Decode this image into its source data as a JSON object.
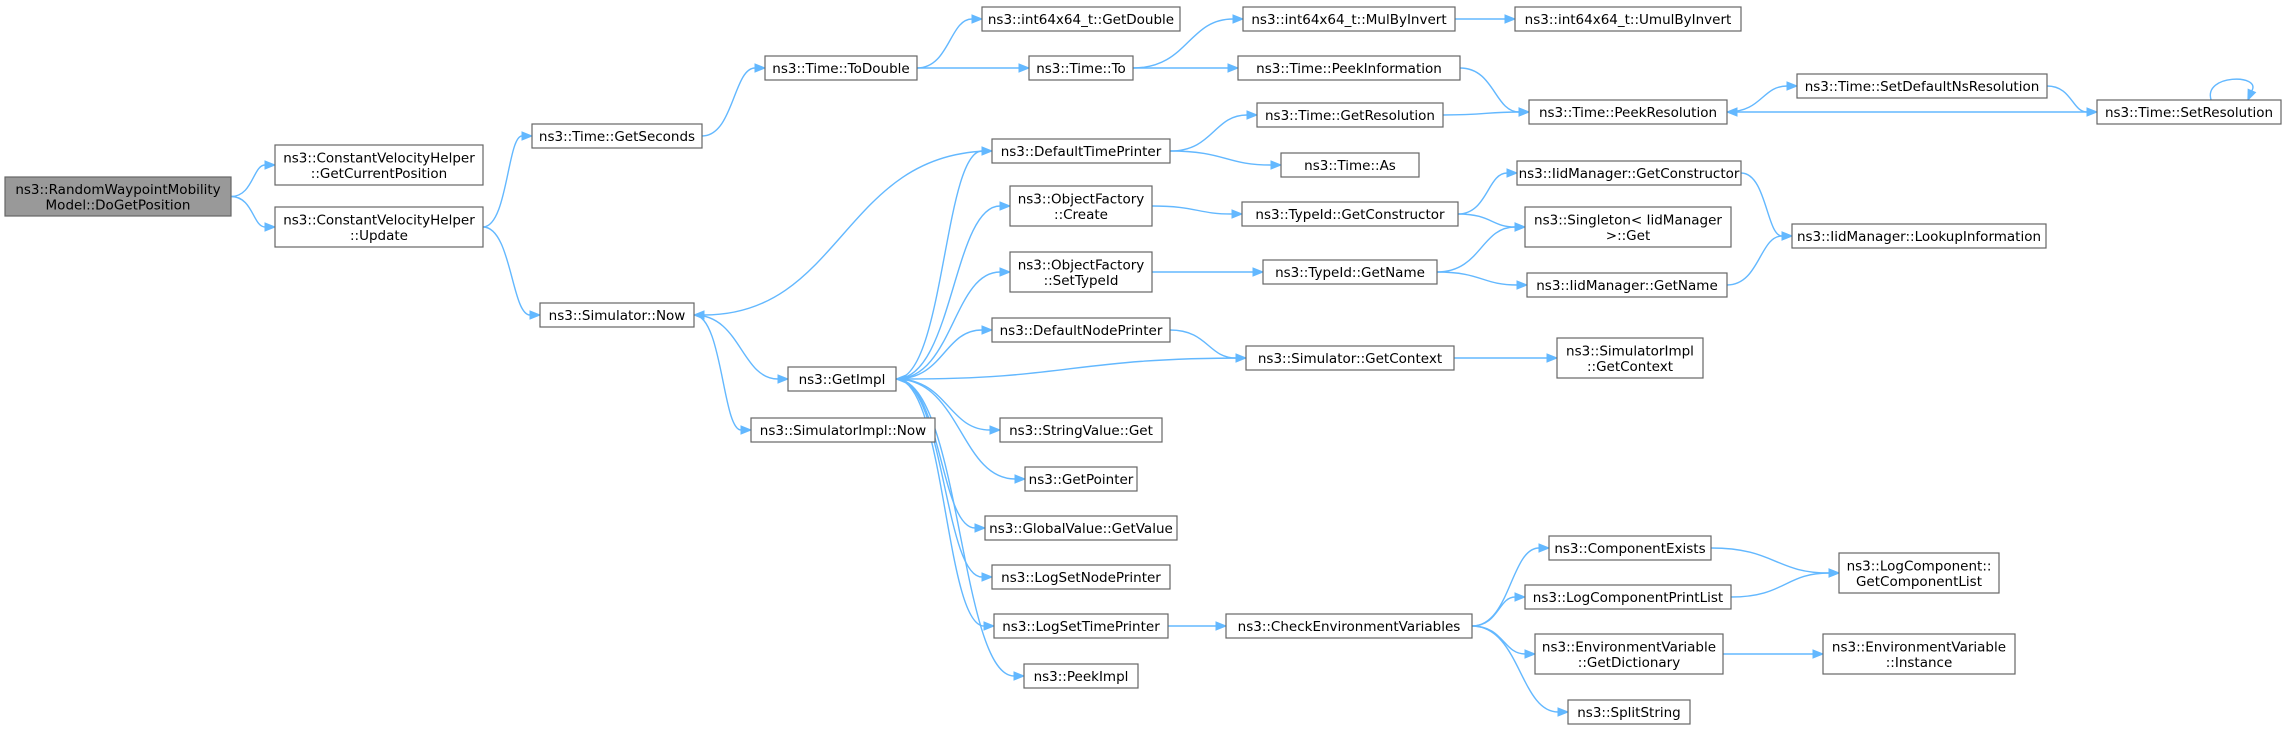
{
  "diagram": {
    "nodes": [
      {
        "id": "root",
        "lines": [
          "ns3::RandomWaypointMobility",
          "Model::DoGetPosition"
        ],
        "root": true
      },
      {
        "id": "cvh_getpos",
        "lines": [
          "ns3::ConstantVelocityHelper",
          "::GetCurrentPosition"
        ]
      },
      {
        "id": "cvh_update",
        "lines": [
          "ns3::ConstantVelocityHelper",
          "::Update"
        ]
      },
      {
        "id": "time_getseconds",
        "lines": [
          "ns3::Time::GetSeconds"
        ]
      },
      {
        "id": "sim_now",
        "lines": [
          "ns3::Simulator::Now"
        ]
      },
      {
        "id": "time_todouble",
        "lines": [
          "ns3::Time::ToDouble"
        ]
      },
      {
        "id": "getimpl",
        "lines": [
          "ns3::GetImpl"
        ]
      },
      {
        "id": "simimpl_now",
        "lines": [
          "ns3::SimulatorImpl::Now"
        ]
      },
      {
        "id": "int_getdouble",
        "lines": [
          "ns3::int64x64_t::GetDouble"
        ]
      },
      {
        "id": "time_to",
        "lines": [
          "ns3::Time::To"
        ]
      },
      {
        "id": "default_time_printer",
        "lines": [
          "ns3::DefaultTimePrinter"
        ]
      },
      {
        "id": "of_create",
        "lines": [
          "ns3::ObjectFactory",
          "::Create"
        ]
      },
      {
        "id": "of_settypeid",
        "lines": [
          "ns3::ObjectFactory",
          "::SetTypeId"
        ]
      },
      {
        "id": "default_node_printer",
        "lines": [
          "ns3::DefaultNodePrinter"
        ]
      },
      {
        "id": "stringvalue_get",
        "lines": [
          "ns3::StringValue::Get"
        ]
      },
      {
        "id": "getpointer",
        "lines": [
          "ns3::GetPointer"
        ]
      },
      {
        "id": "globalvalue_getvalue",
        "lines": [
          "ns3::GlobalValue::GetValue"
        ]
      },
      {
        "id": "lognodeprinter",
        "lines": [
          "ns3::LogSetNodePrinter"
        ]
      },
      {
        "id": "logtimeprinter",
        "lines": [
          "ns3::LogSetTimePrinter"
        ]
      },
      {
        "id": "peekimpl",
        "lines": [
          "ns3::PeekImpl"
        ]
      },
      {
        "id": "int_mulbyinvert",
        "lines": [
          "ns3::int64x64_t::MulByInvert"
        ]
      },
      {
        "id": "time_peekinfo",
        "lines": [
          "ns3::Time::PeekInformation"
        ]
      },
      {
        "id": "time_getresolution",
        "lines": [
          "ns3::Time::GetResolution"
        ]
      },
      {
        "id": "time_as",
        "lines": [
          "ns3::Time::As"
        ]
      },
      {
        "id": "typeid_getconstructor",
        "lines": [
          "ns3::TypeId::GetConstructor"
        ]
      },
      {
        "id": "typeid_getname",
        "lines": [
          "ns3::TypeId::GetName"
        ]
      },
      {
        "id": "sim_getcontext",
        "lines": [
          "ns3::Simulator::GetContext"
        ]
      },
      {
        "id": "check_env",
        "lines": [
          "ns3::CheckEnvironmentVariables"
        ]
      },
      {
        "id": "int_umulbyinvert",
        "lines": [
          "ns3::int64x64_t::UmulByInvert"
        ]
      },
      {
        "id": "time_peekresolution",
        "lines": [
          "ns3::Time::PeekResolution"
        ]
      },
      {
        "id": "iid_getconstructor",
        "lines": [
          "ns3::IidManager::GetConstructor"
        ]
      },
      {
        "id": "singleton_get",
        "lines": [
          "ns3::Singleton< IidManager",
          " >::Get"
        ]
      },
      {
        "id": "iid_getname",
        "lines": [
          "ns3::IidManager::GetName"
        ]
      },
      {
        "id": "simimpl_getcontext",
        "lines": [
          "ns3::SimulatorImpl",
          "::GetContext"
        ]
      },
      {
        "id": "component_exists",
        "lines": [
          "ns3::ComponentExists"
        ]
      },
      {
        "id": "log_component_printlist",
        "lines": [
          "ns3::LogComponentPrintList"
        ]
      },
      {
        "id": "envvar_getdictionary",
        "lines": [
          "ns3::EnvironmentVariable",
          "::GetDictionary"
        ]
      },
      {
        "id": "split_string",
        "lines": [
          "ns3::SplitString"
        ]
      },
      {
        "id": "time_setdefaultns",
        "lines": [
          "ns3::Time::SetDefaultNsResolution"
        ]
      },
      {
        "id": "iid_lookupinfo",
        "lines": [
          "ns3::IidManager::LookupInformation"
        ]
      },
      {
        "id": "logcomponent_getlist",
        "lines": [
          "ns3::LogComponent::",
          "GetComponentList"
        ]
      },
      {
        "id": "envvar_instance",
        "lines": [
          "ns3::EnvironmentVariable",
          "::Instance"
        ]
      },
      {
        "id": "time_setresolution",
        "lines": [
          "ns3::Time::SetResolution"
        ]
      }
    ],
    "edges": [
      [
        "root",
        "cvh_getpos"
      ],
      [
        "root",
        "cvh_update"
      ],
      [
        "cvh_update",
        "time_getseconds"
      ],
      [
        "cvh_update",
        "sim_now"
      ],
      [
        "time_getseconds",
        "time_todouble"
      ],
      [
        "time_todouble",
        "int_getdouble"
      ],
      [
        "time_todouble",
        "time_to"
      ],
      [
        "time_to",
        "int_mulbyinvert"
      ],
      [
        "time_to",
        "time_peekinfo"
      ],
      [
        "int_mulbyinvert",
        "int_umulbyinvert"
      ],
      [
        "time_peekinfo",
        "time_peekresolution"
      ],
      [
        "time_peekresolution",
        "time_setdefaultns"
      ],
      [
        "time_setdefaultns",
        "time_setresolution"
      ],
      [
        "time_setresolution",
        "time_peekresolution"
      ],
      [
        "time_setresolution",
        "time_setresolution"
      ],
      [
        "sim_now",
        "getimpl"
      ],
      [
        "sim_now",
        "simimpl_now"
      ],
      [
        "getimpl",
        "default_time_printer"
      ],
      [
        "getimpl",
        "of_create"
      ],
      [
        "getimpl",
        "of_settypeid"
      ],
      [
        "getimpl",
        "default_node_printer"
      ],
      [
        "getimpl",
        "stringvalue_get"
      ],
      [
        "getimpl",
        "getpointer"
      ],
      [
        "getimpl",
        "globalvalue_getvalue"
      ],
      [
        "getimpl",
        "lognodeprinter"
      ],
      [
        "getimpl",
        "logtimeprinter"
      ],
      [
        "getimpl",
        "peekimpl"
      ],
      [
        "default_time_printer",
        "sim_now"
      ],
      [
        "default_time_printer",
        "time_getresolution"
      ],
      [
        "default_time_printer",
        "time_as"
      ],
      [
        "time_getresolution",
        "time_peekresolution"
      ],
      [
        "of_create",
        "typeid_getconstructor"
      ],
      [
        "typeid_getconstructor",
        "iid_getconstructor"
      ],
      [
        "typeid_getconstructor",
        "singleton_get"
      ],
      [
        "iid_getconstructor",
        "iid_lookupinfo"
      ],
      [
        "of_settypeid",
        "typeid_getname"
      ],
      [
        "typeid_getname",
        "singleton_get"
      ],
      [
        "typeid_getname",
        "iid_getname"
      ],
      [
        "iid_getname",
        "iid_lookupinfo"
      ],
      [
        "default_node_printer",
        "sim_getcontext"
      ],
      [
        "sim_getcontext",
        "getimpl"
      ],
      [
        "sim_getcontext",
        "simimpl_getcontext"
      ],
      [
        "logtimeprinter",
        "check_env"
      ],
      [
        "check_env",
        "component_exists"
      ],
      [
        "check_env",
        "log_component_printlist"
      ],
      [
        "check_env",
        "envvar_getdictionary"
      ],
      [
        "check_env",
        "split_string"
      ],
      [
        "component_exists",
        "logcomponent_getlist"
      ],
      [
        "log_component_printlist",
        "logcomponent_getlist"
      ],
      [
        "envvar_getdictionary",
        "envvar_instance"
      ]
    ]
  }
}
